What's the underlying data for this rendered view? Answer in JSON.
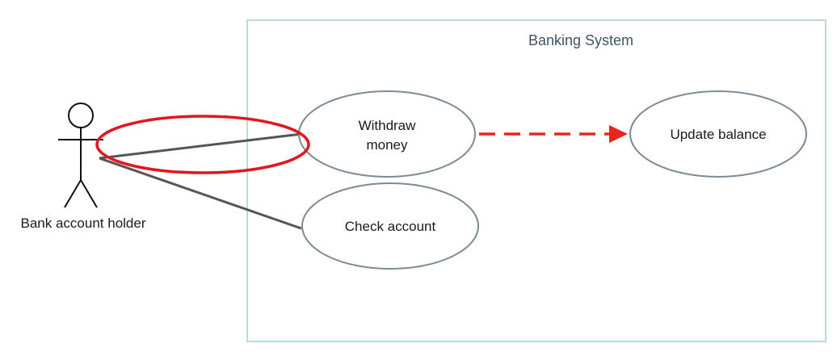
{
  "diagram": {
    "system": {
      "title": "Banking System"
    },
    "actor": {
      "name": "Bank account holder"
    },
    "use_cases": {
      "withdraw": {
        "line1": "Withdraw",
        "line2": "money"
      },
      "check": {
        "label": "Check account"
      },
      "update": {
        "label": "Update balance"
      }
    }
  },
  "colors": {
    "system_border": "#b7dbe6",
    "ellipse_stroke": "#7c8c94",
    "line": "#555555",
    "dashed_arrow": "#e8261b",
    "highlight": "#e3161f"
  }
}
